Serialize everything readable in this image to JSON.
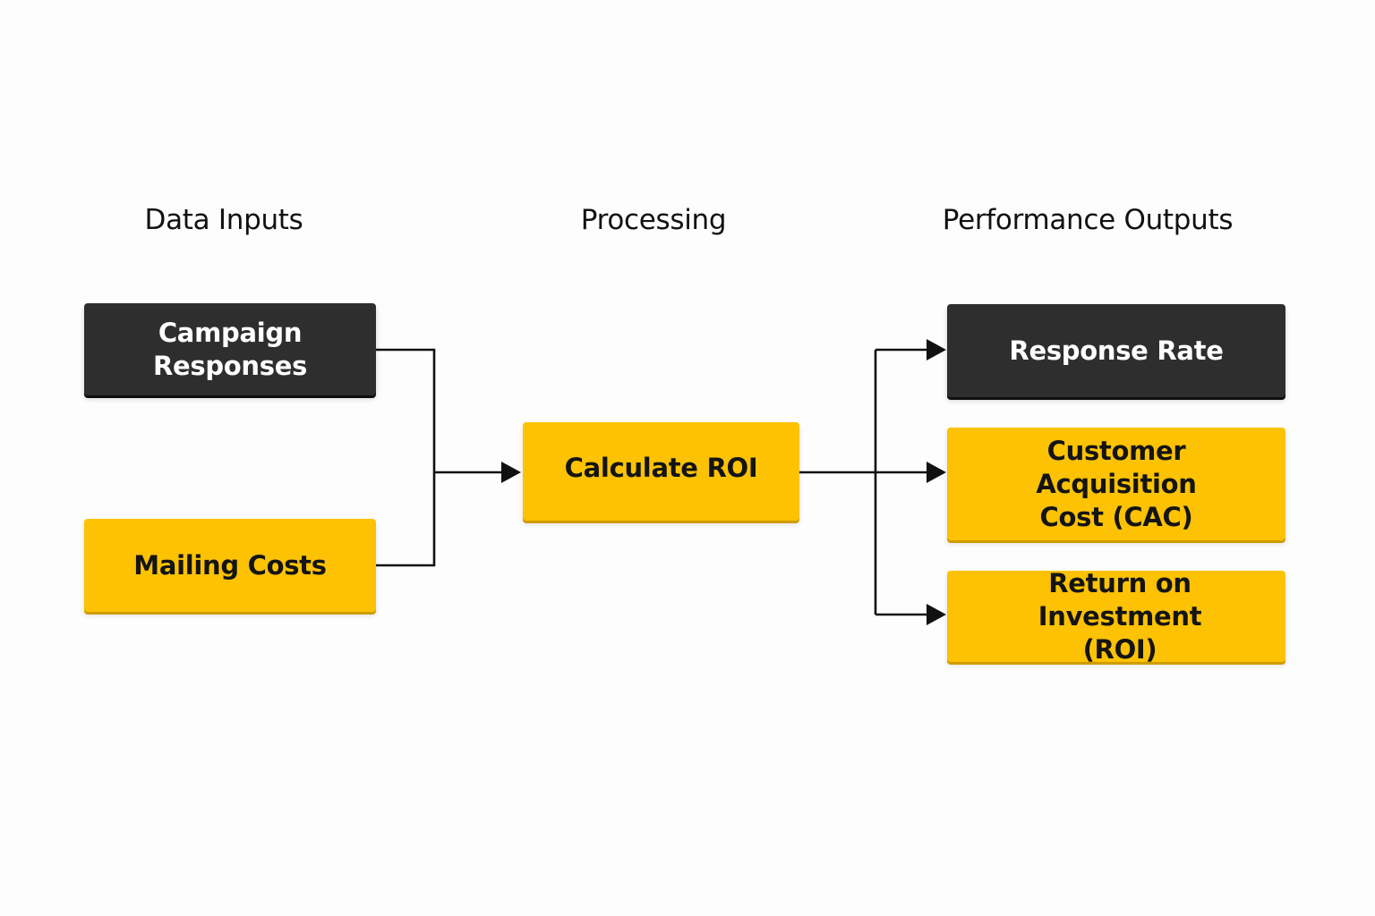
{
  "colors": {
    "background": "#fdfdfd",
    "dark": "#2e2e2e",
    "gold": "#fcc203",
    "connector": "#111111"
  },
  "columns": {
    "inputs": "Data Inputs",
    "processing": "Processing",
    "outputs": "Performance Outputs"
  },
  "nodes": {
    "campaign_responses": {
      "line1": "Campaign",
      "line2": "Responses",
      "style": "dark"
    },
    "mailing_costs": {
      "label": "Mailing Costs",
      "style": "gold"
    },
    "calculate_roi": {
      "label": "Calculate ROI",
      "style": "gold"
    },
    "response_rate": {
      "label": "Response Rate",
      "style": "dark"
    },
    "cac": {
      "line1": "Customer Acquisition",
      "line2": "Cost (CAC)",
      "style": "gold"
    },
    "roi": {
      "line1": "Return on Investment",
      "line2": "(ROI)",
      "style": "gold"
    }
  },
  "edges": [
    {
      "from": "campaign_responses",
      "to": "calculate_roi"
    },
    {
      "from": "mailing_costs",
      "to": "calculate_roi"
    },
    {
      "from": "calculate_roi",
      "to": "response_rate"
    },
    {
      "from": "calculate_roi",
      "to": "cac"
    },
    {
      "from": "calculate_roi",
      "to": "roi"
    }
  ]
}
